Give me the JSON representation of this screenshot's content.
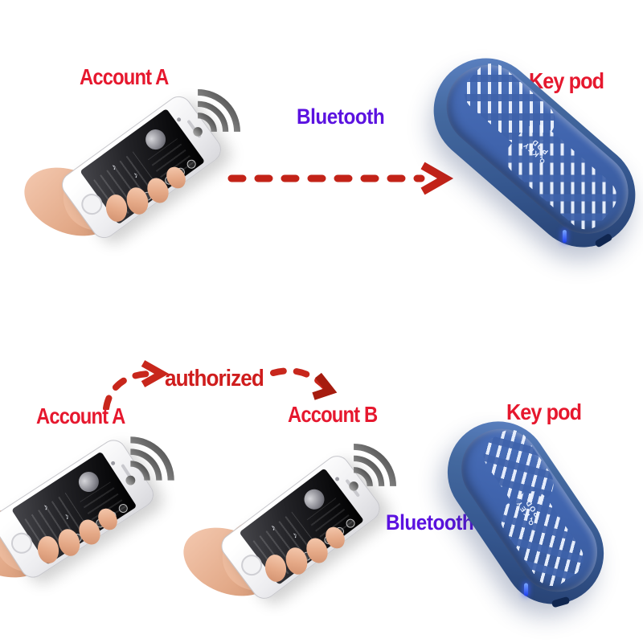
{
  "diagram": {
    "top": {
      "account_a": "Account A",
      "bluetooth": "Bluetooth",
      "key_pod": "Key pod"
    },
    "bottom": {
      "account_a": "Account A",
      "account_b": "Account B",
      "authorized": "authorized",
      "bluetooth": "Bluetooth",
      "key_pod": "Key pod"
    },
    "device": {
      "logo_line1": "KEY",
      "logo_line2": "POD"
    },
    "icons": {
      "music_note": "♪"
    },
    "colors": {
      "label_red": "#e6182e",
      "authorized_red": "#cf1d1d",
      "arrow_red": "#c32318",
      "arrowhead_dark_red": "#a61c0f",
      "bluetooth_purple": "#5b12e0",
      "device_blue": "#3f63ac",
      "led_blue": "#2b4bef",
      "wifi_gray": "#5a5a5a"
    }
  }
}
